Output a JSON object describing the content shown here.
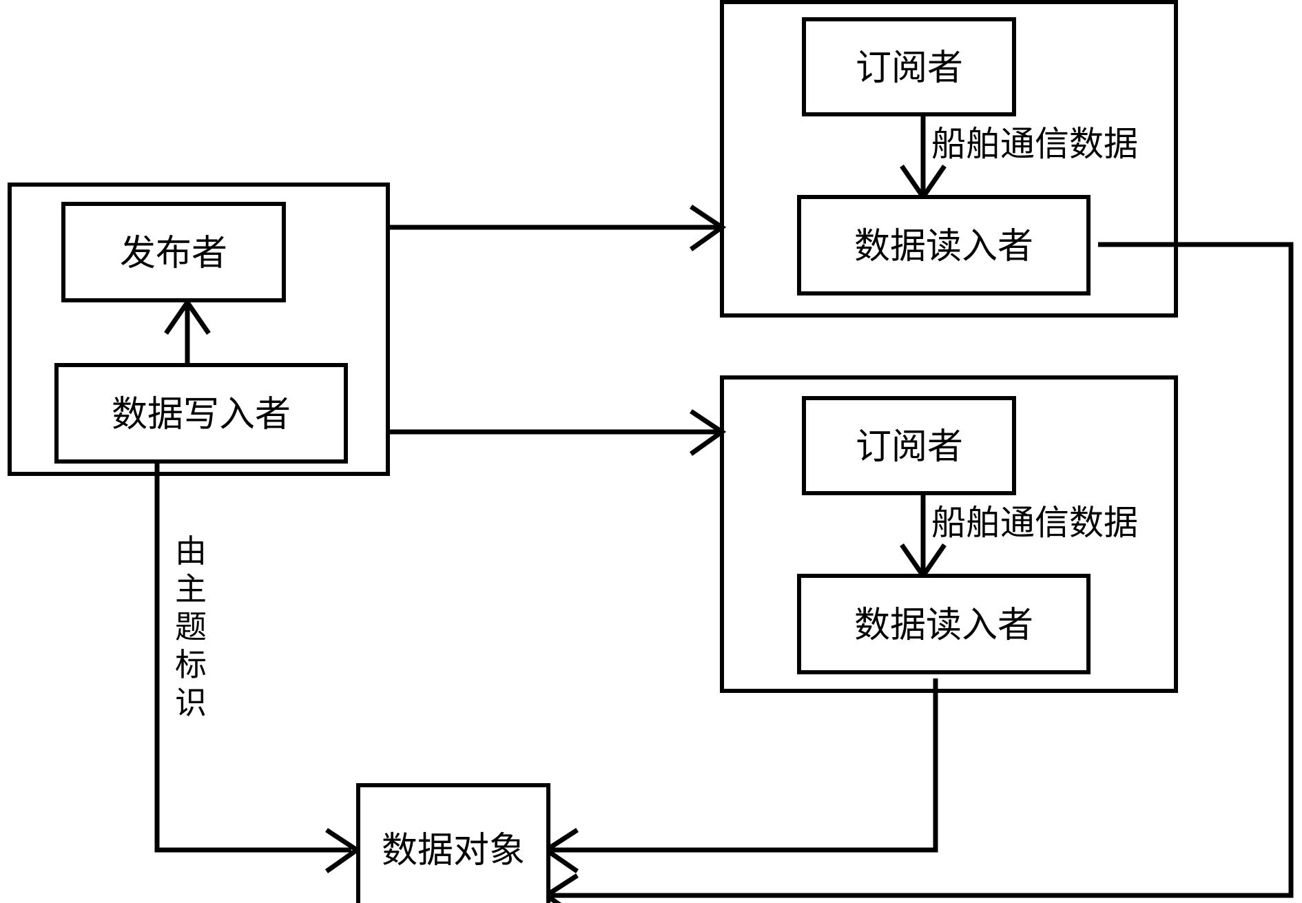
{
  "diagram": {
    "type": "publish-subscribe-dataflow",
    "background_color": "#ffffff",
    "stroke_color": "#000000",
    "publisher_group": {
      "name": "publisher-container",
      "nodes": {
        "publisher": "发布者",
        "data_writer": "数据写入者"
      },
      "internal_edge": {
        "from": "data_writer",
        "to": "publisher",
        "label": ""
      }
    },
    "subscriber_group_1": {
      "name": "subscriber-container-1",
      "nodes": {
        "subscriber": "订阅者",
        "data_reader": "数据读入者"
      },
      "internal_edge": {
        "from": "subscriber",
        "to": "data_reader",
        "label": "船舶通信数据"
      }
    },
    "subscriber_group_2": {
      "name": "subscriber-container-2",
      "nodes": {
        "subscriber": "订阅者",
        "data_reader": "数据读入者"
      },
      "internal_edge": {
        "from": "subscriber",
        "to": "data_reader",
        "label": "船舶通信数据"
      }
    },
    "data_object": {
      "name": "data-object-node",
      "label": "数据对象"
    },
    "edges": [
      {
        "id": "publisher-to-subscriber-1",
        "from": "publisher-container",
        "to": "subscriber-container-1",
        "label": ""
      },
      {
        "id": "publisher-to-subscriber-2",
        "from": "publisher-container",
        "to": "subscriber-container-2",
        "label": ""
      },
      {
        "id": "data-writer-to-data-object",
        "from": "data_writer",
        "to": "data_object",
        "label": "由主题标识",
        "label_orientation": "vertical",
        "label_chars": [
          "由",
          "主",
          "题",
          "标",
          "识"
        ]
      },
      {
        "id": "data-reader-2-to-data-object",
        "from": "subscriber_group_2.data_reader",
        "to": "data_object",
        "label": ""
      },
      {
        "id": "data-reader-1-to-data-object",
        "from": "subscriber_group_1.data_reader",
        "to": "data_object",
        "label": ""
      }
    ]
  }
}
